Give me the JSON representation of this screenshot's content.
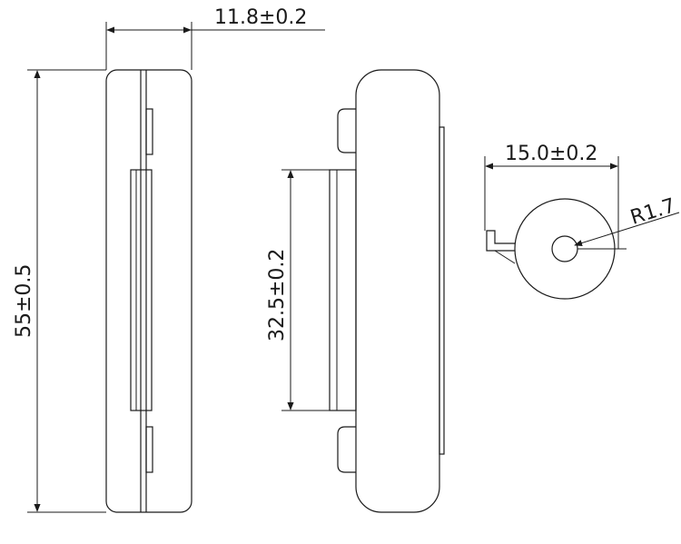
{
  "dimensions": {
    "width_label": "11.8±0.2",
    "height_label": "55±0.5",
    "inner_height_label": "32.5±0.2",
    "diameter_label": "15.0±0.2",
    "radius_label": "R1.7"
  },
  "colors": {
    "line": "#1a1a1a",
    "background": "#ffffff"
  }
}
